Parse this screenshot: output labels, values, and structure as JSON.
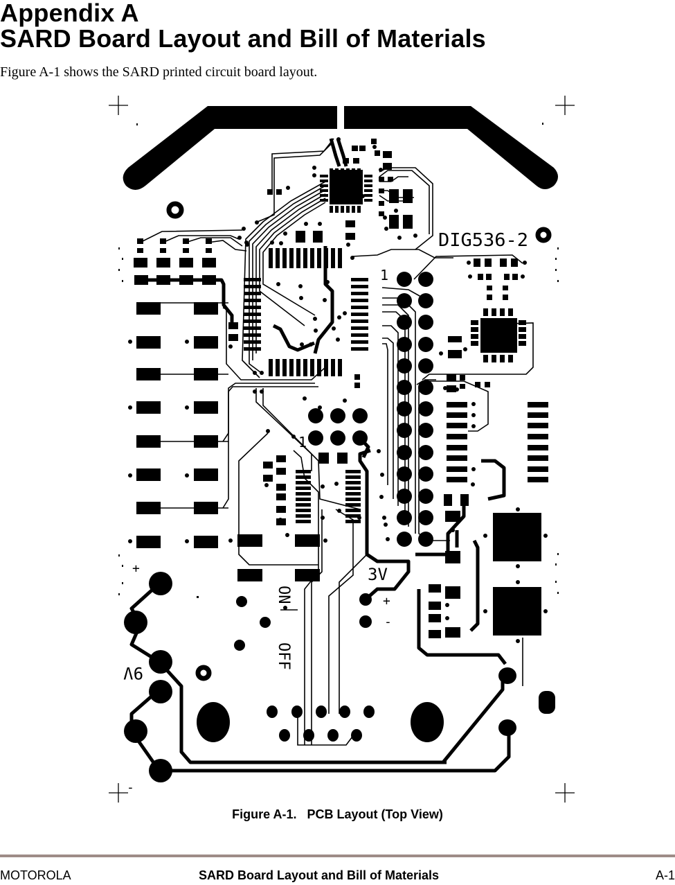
{
  "page": {
    "heading_line1": "Appendix A",
    "heading_line2": "SARD Board Layout and Bill of Materials",
    "intro": "Figure A-1 shows the SARD printed circuit board layout."
  },
  "figure": {
    "caption_number": "Figure A-1.",
    "caption_title": "PCB Layout (Top View)",
    "silkscreen": {
      "board_id": "DIG536-2",
      "pin1_header": "1",
      "pin1_connector": "1",
      "battery_3v": "3V",
      "battery_3v_plus": "+",
      "battery_3v_minus": "-",
      "battery_9v": "9V",
      "battery_9v_plus": "+",
      "battery_9v_minus": "-",
      "switch_on": "ON",
      "switch_off": "OFF"
    },
    "colors": {
      "copper": "#000000",
      "board": "#ffffff"
    }
  },
  "footer": {
    "left": "MOTOROLA",
    "center": "SARD Board Layout and Bill of Materials",
    "right": "A-1",
    "rule_color": "#9e8c87"
  }
}
